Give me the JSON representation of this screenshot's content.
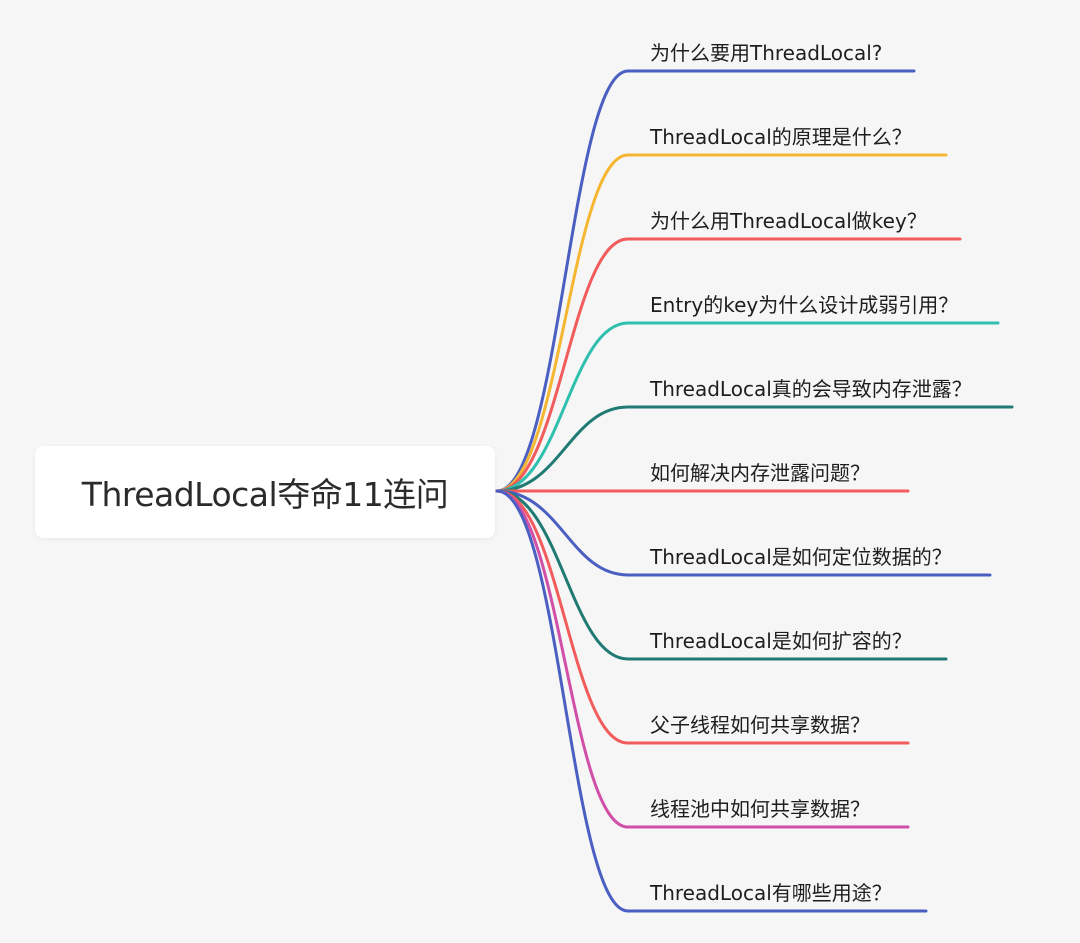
{
  "root": {
    "label": "ThreadLocal夺命11连问"
  },
  "branches": [
    {
      "label": "为什么要用ThreadLocal?",
      "color": "#4a5fc1"
    },
    {
      "label": "ThreadLocal的原理是什么？",
      "color": "#f5b731"
    },
    {
      "label": "为什么用ThreadLocal做key？",
      "color": "#f25c5c"
    },
    {
      "label": "Entry的key为什么设计成弱引用？",
      "color": "#2ebfae"
    },
    {
      "label": "ThreadLocal真的会导致内存泄露？",
      "color": "#1f7a74"
    },
    {
      "label": "如何解决内存泄露问题？",
      "color": "#f25c5c"
    },
    {
      "label": "ThreadLocal是如何定位数据的？",
      "color": "#4a5fc1"
    },
    {
      "label": "ThreadLocal是如何扩容的？",
      "color": "#1f7a74"
    },
    {
      "label": "父子线程如何共享数据？",
      "color": "#f25c5c"
    },
    {
      "label": "线程池中如何共享数据？",
      "color": "#d14fa6"
    },
    {
      "label": "ThreadLocal有哪些用途？",
      "color": "#4a5fc1"
    }
  ]
}
